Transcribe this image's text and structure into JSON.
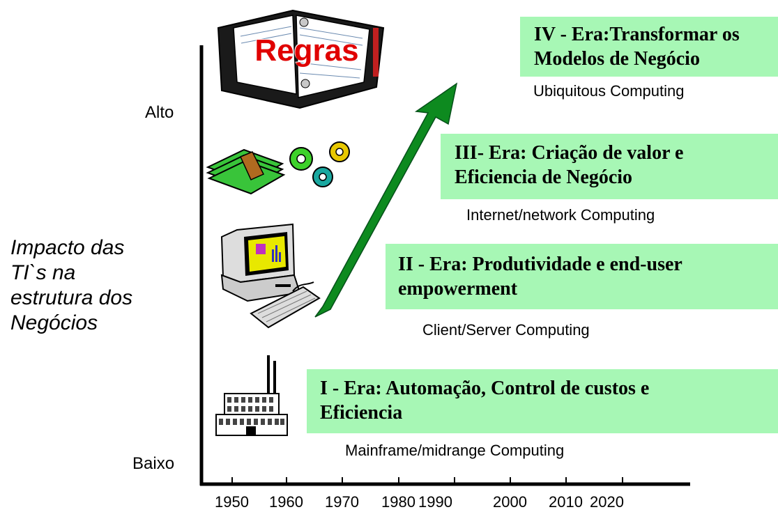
{
  "y_axis": {
    "high_label": "Alto",
    "low_label": "Baixo",
    "title_lines": [
      "Impacto das",
      "TI`s na",
      "estrutura dos",
      "Negócios"
    ]
  },
  "x_axis": {
    "ticks": [
      "1950",
      "1960",
      "1970",
      "1980",
      "1990",
      "2000",
      "2010",
      "2020"
    ]
  },
  "icons": {
    "book_label": "Regras"
  },
  "eras": [
    {
      "lines": [
        "I - Era: Automação, Control de custos e",
        "Eficiencia"
      ],
      "caption": "Mainframe/midrange Computing"
    },
    {
      "lines": [
        "II - Era: Produtividade e end-user",
        "empowerment"
      ],
      "caption": "Client/Server Computing"
    },
    {
      "lines": [
        "III- Era: Criação de valor e",
        "Eficiencia de Negócio"
      ],
      "caption": "Internet/network Computing"
    },
    {
      "lines": [
        "IV - Era:Transformar os",
        "Modelos de Negócio"
      ],
      "caption": "Ubiquitous Computing"
    }
  ],
  "colors": {
    "era_box": "#a7f7b5",
    "arrow": "#0a7a1a",
    "axis": "#000000"
  }
}
